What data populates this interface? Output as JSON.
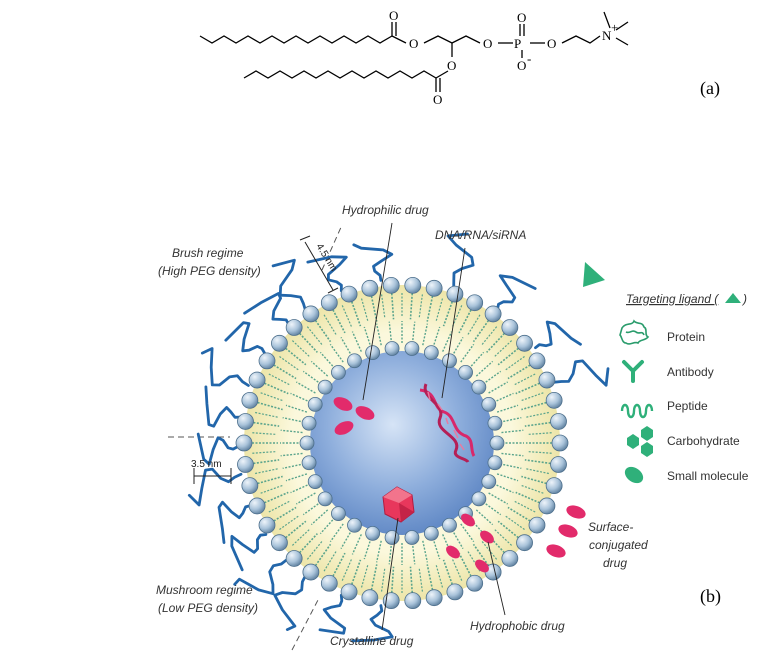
{
  "panel_a": {
    "label": "(a)",
    "atoms": {
      "o1": "O",
      "o2": "O",
      "o3": "O",
      "o4": "O",
      "o5": "O",
      "o_top": "O",
      "o_bottom": "O",
      "o_minus": "O",
      "minus": "-",
      "p": "P",
      "n": "N",
      "plus": "+"
    }
  },
  "panel_b": {
    "label": "(b)",
    "labels": {
      "hydrophilic": "Hydrophilic drug",
      "dna": "DNA/RNA/siRNA",
      "brush_1": "Brush regime",
      "brush_2": "(High PEG density)",
      "mushroom_1": "Mushroom regime",
      "mushroom_2": "(Low PEG density)",
      "surface_1": "Surface-",
      "surface_2": "conjugated",
      "surface_3": "drug",
      "hydrophobic": "Hydrophobic drug",
      "crystalline": "Crystalline drug",
      "dim_45": "4.5 nm",
      "dim_35": "3.5 nm"
    },
    "legend": {
      "title": "Targeting ligand (",
      "title_end": ")",
      "items": [
        "Protein",
        "Antibody",
        "Peptide",
        "Carbohydrate",
        "Small molecule"
      ]
    }
  },
  "colors": {
    "head": "#a9c6de",
    "head_edge": "#4d6f8c",
    "tail": "#5aa48c",
    "bilayer": "#f3eec0",
    "core": "#6f95cc",
    "peg": "#2266aa",
    "drug": "#e22b6b",
    "ligand": "#2fb07a"
  }
}
